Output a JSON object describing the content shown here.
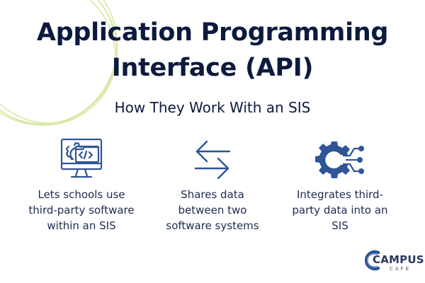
{
  "header": {
    "title_line1": "Application Programming",
    "title_line2": "Interface (API)",
    "subtitle": "How They Work With an SIS"
  },
  "features": [
    {
      "icon": "monitor-code-gear-icon",
      "line1": "Lets schools use",
      "line2": "third-party software",
      "line3": "within an SIS"
    },
    {
      "icon": "exchange-arrows-icon",
      "line1": "Shares data",
      "line2": "between two",
      "line3": "software systems"
    },
    {
      "icon": "gear-circuit-integration-icon",
      "line1": "Integrates third-",
      "line2": "party data into an",
      "line3": "SIS"
    }
  ],
  "logo": {
    "main": "CAMPUS",
    "sub": "CAFE"
  },
  "colors": {
    "title": "#0c1a3d",
    "icon_blue": "#2f5597",
    "decor_green": "#d8e8a6",
    "background": "#ffffff"
  }
}
